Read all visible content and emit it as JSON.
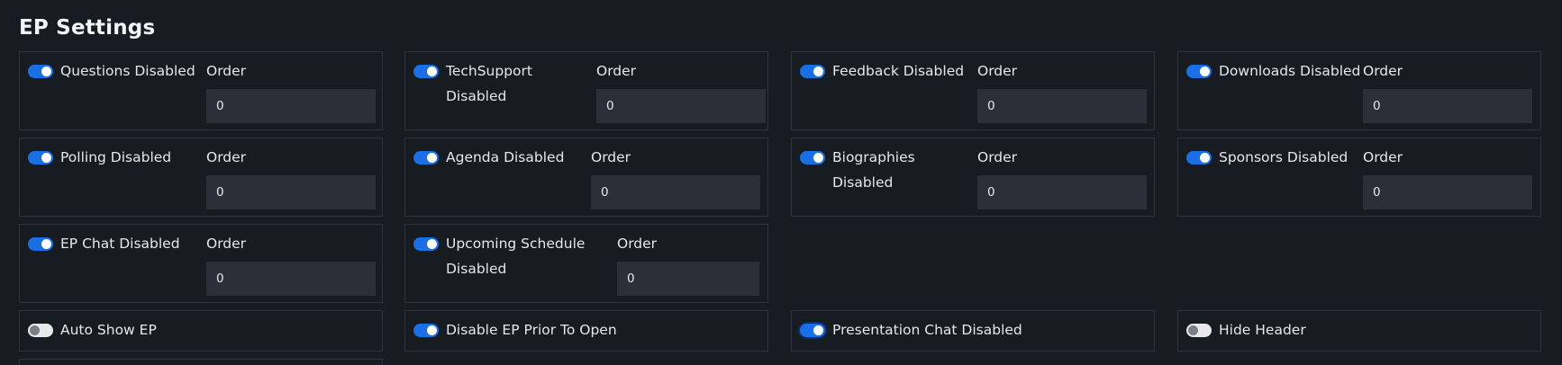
{
  "page": {
    "title": "EP Settings"
  },
  "order_label": "Order",
  "settings": {
    "questions": {
      "label": "Questions Disabled",
      "enabled": true,
      "order": "0"
    },
    "techsupport": {
      "label_line1": "TechSupport",
      "label_line2": "Disabled",
      "enabled": true,
      "order": "0"
    },
    "feedback": {
      "label": "Feedback Disabled",
      "enabled": true,
      "order": "0"
    },
    "downloads": {
      "label": "Downloads Disabled",
      "enabled": true,
      "order": "0"
    },
    "polling": {
      "label": "Polling Disabled",
      "enabled": true,
      "order": "0"
    },
    "agenda": {
      "label": "Agenda Disabled",
      "enabled": true,
      "order": "0"
    },
    "biographies": {
      "label_line1": "Biographies",
      "label_line2": "Disabled",
      "enabled": true,
      "order": "0"
    },
    "sponsors": {
      "label": "Sponsors Disabled",
      "enabled": true,
      "order": "0"
    },
    "ep_chat": {
      "label": "EP Chat Disabled",
      "enabled": true,
      "order": "0"
    },
    "upcoming_schedule": {
      "label_line1": "Upcoming Schedule",
      "label_line2": "Disabled",
      "enabled": true,
      "order": "0"
    },
    "auto_show_ep": {
      "label": "Auto Show EP",
      "enabled": false
    },
    "disable_ep_prior": {
      "label": "Disable EP Prior To Open",
      "enabled": true
    },
    "presentation_chat": {
      "label": "Presentation Chat Disabled",
      "enabled": true
    },
    "hide_header": {
      "label": "Hide Header",
      "enabled": false
    }
  },
  "colors": {
    "background": "#171b22",
    "card_border": "#2f343c",
    "toggle_on": "#1a6fe6",
    "toggle_off": "#e9e9ea",
    "input_bg": "#2b3038"
  }
}
